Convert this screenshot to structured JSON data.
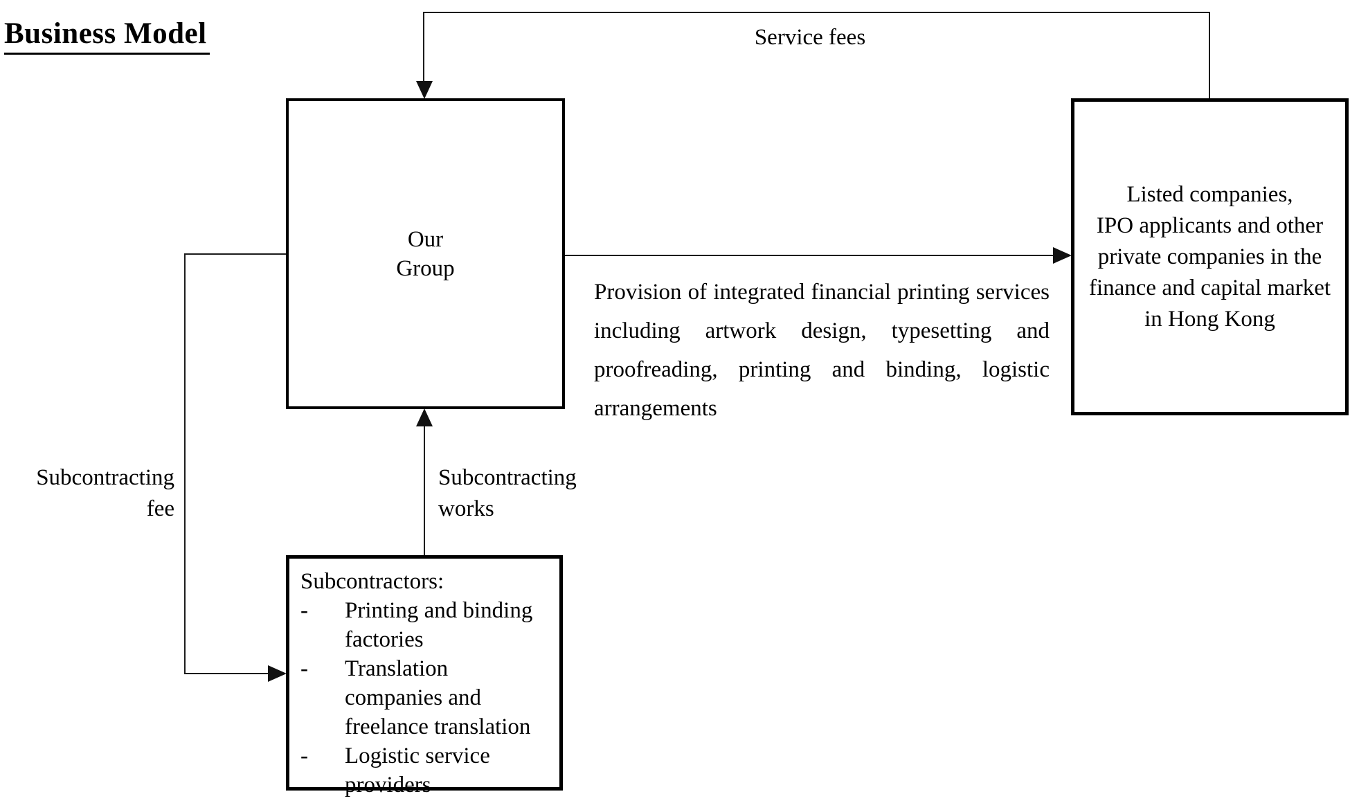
{
  "title": "Business Model",
  "boxes": {
    "our_group": {
      "label": "Our\nGroup"
    },
    "clients": {
      "label": "Listed companies,\nIPO applicants and other\nprivate companies in the\nfinance and capital market\nin Hong Kong"
    },
    "subcontractors": {
      "heading": "Subcontractors:",
      "bullet_char": "-",
      "items": [
        "Printing and binding\nfactories",
        "Translation\ncompanies and\nfreelance translation",
        "Logistic service\nproviders"
      ]
    }
  },
  "edges": {
    "service_fees_label": "Service fees",
    "provision_label": "Provision of integrated financial printing services including artwork design, typesetting and proofreading, printing and binding, logistic arrangements",
    "subcontracting_fee_label": "Subcontracting\nfee",
    "subcontracting_works_label": "Subcontracting\nworks"
  },
  "colors": {
    "text": "#000000",
    "line": "#1c1c1c",
    "background": "#ffffff"
  }
}
